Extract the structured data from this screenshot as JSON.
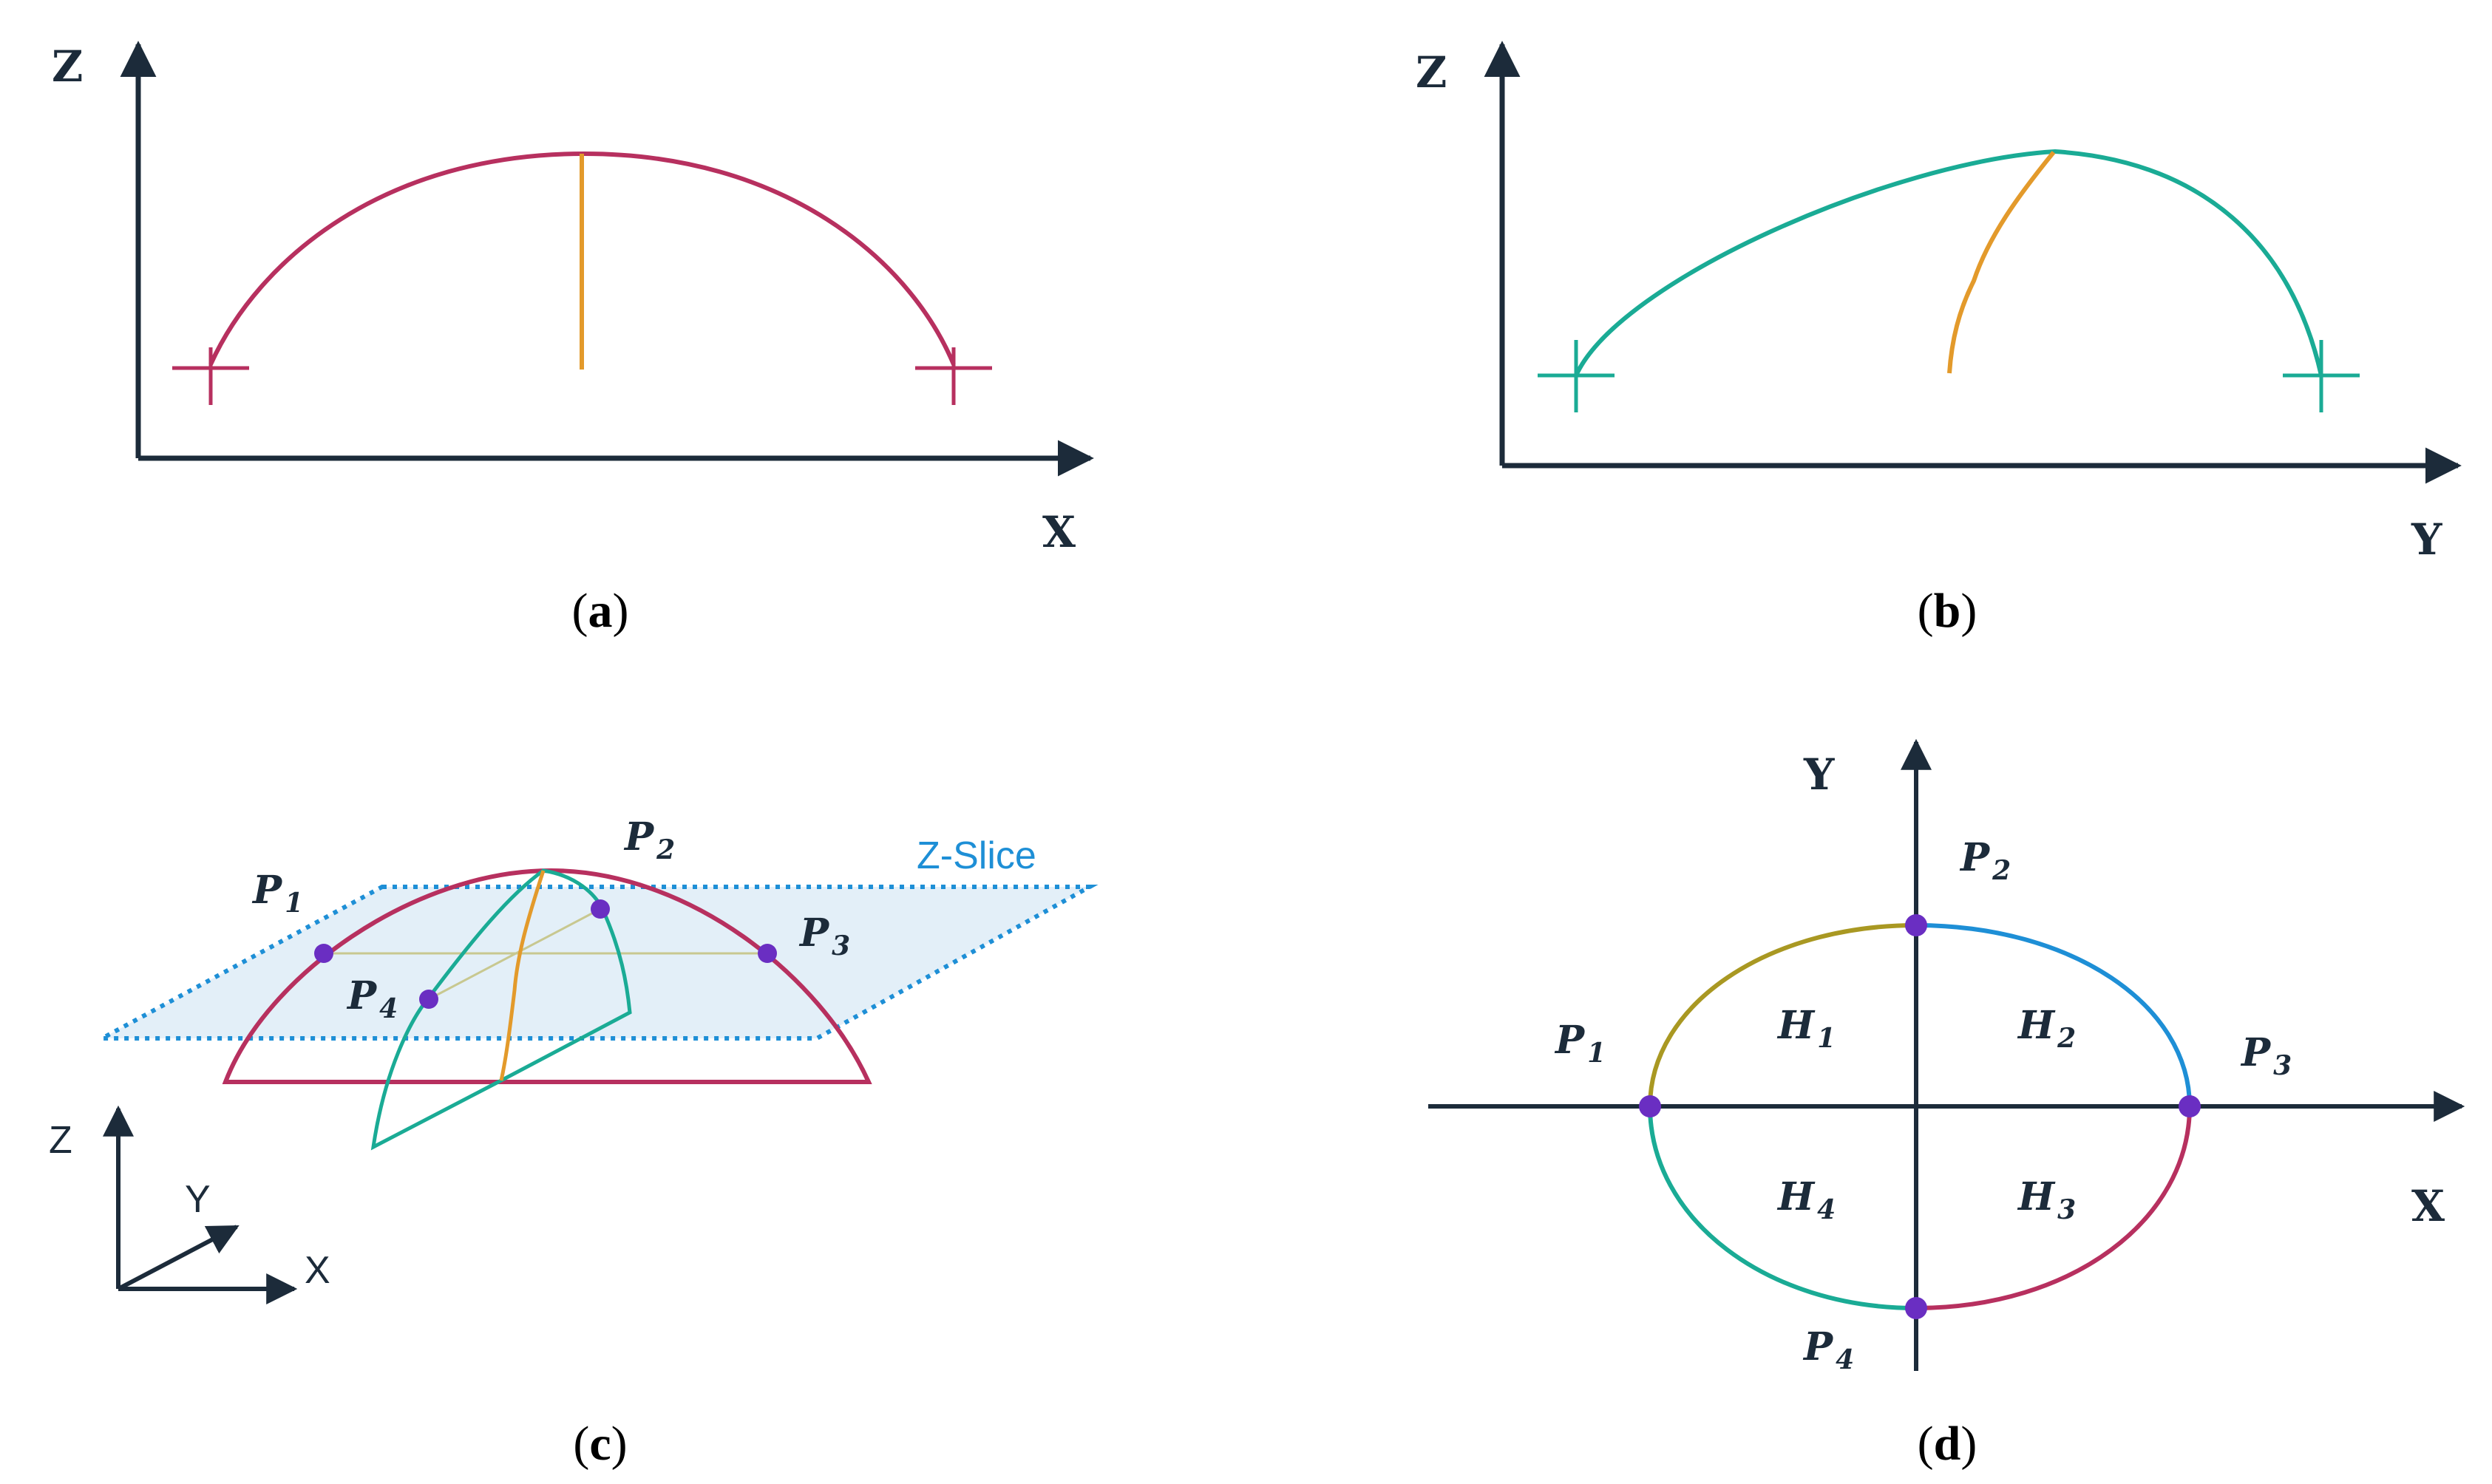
{
  "colors": {
    "axis": "#1c2b3a",
    "crimson_curve": "#b7305f",
    "teal_curve": "#1aab95",
    "orange_curve": "#e39a2b",
    "slice_blue": "#1e8fd6",
    "slice_fill": "#e3eff8",
    "point_purple": "#6a2ec2",
    "olive_arc": "#a99822"
  },
  "panel_a": {
    "label": "a",
    "x_axis": "X",
    "z_axis": "Z"
  },
  "panel_b": {
    "label": "b",
    "y_axis": "Y",
    "z_axis": "Z"
  },
  "panel_c": {
    "label": "c",
    "slice_label": "Z-Slice",
    "axes": {
      "x": "X",
      "y": "Y",
      "z": "Z"
    },
    "points": [
      {
        "main": "P",
        "sub": "1"
      },
      {
        "main": "P",
        "sub": "2"
      },
      {
        "main": "P",
        "sub": "3"
      },
      {
        "main": "P",
        "sub": "4"
      }
    ]
  },
  "panel_d": {
    "label": "d",
    "x_axis": "X",
    "y_axis": "Y",
    "points": [
      {
        "main": "P",
        "sub": "1"
      },
      {
        "main": "P",
        "sub": "2"
      },
      {
        "main": "P",
        "sub": "3"
      },
      {
        "main": "P",
        "sub": "4"
      }
    ],
    "quadrants": [
      {
        "main": "H",
        "sub": "1"
      },
      {
        "main": "H",
        "sub": "2"
      },
      {
        "main": "H",
        "sub": "3"
      },
      {
        "main": "H",
        "sub": "4"
      }
    ]
  }
}
